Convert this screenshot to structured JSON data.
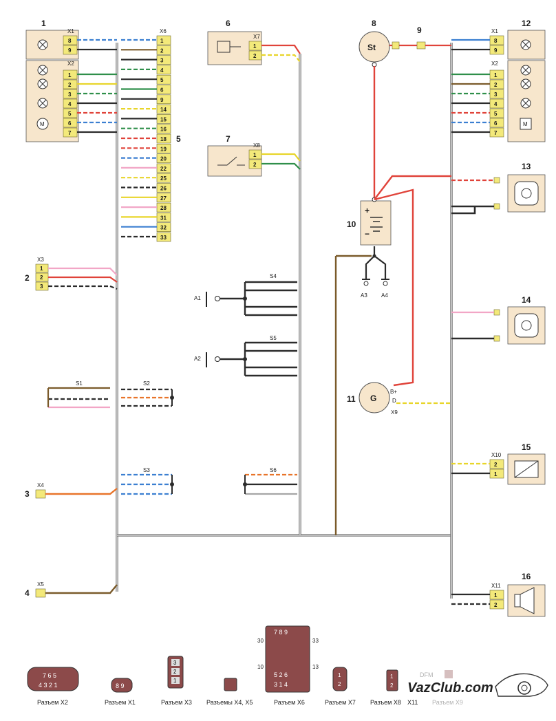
{
  "watermark": "VazClub.com",
  "components": [
    {
      "num": "1"
    },
    {
      "num": "2"
    },
    {
      "num": "3"
    },
    {
      "num": "4"
    },
    {
      "num": "5"
    },
    {
      "num": "6"
    },
    {
      "num": "7"
    },
    {
      "num": "8"
    },
    {
      "num": "9"
    },
    {
      "num": "10"
    },
    {
      "num": "11"
    },
    {
      "num": "12"
    },
    {
      "num": "13"
    },
    {
      "num": "14"
    },
    {
      "num": "15"
    },
    {
      "num": "16"
    }
  ],
  "connectors": {
    "x1_left": "X1",
    "x2_left": "X2",
    "x3": "X3",
    "x4": "X4",
    "x5": "X5",
    "x6": "X6",
    "x7": "X7",
    "x8": "X8",
    "x1_right": "X1",
    "x2_right": "X2",
    "x9": "X9",
    "x10": "X10",
    "x11": "X11"
  },
  "splices": {
    "s1": "S1",
    "s2": "S2",
    "s3": "S3",
    "s4": "S4",
    "s5": "S5",
    "s6": "S6"
  },
  "grounds": {
    "a1": "A1",
    "a2": "A2",
    "a3": "A3",
    "a4": "A4"
  },
  "starter_label": "St",
  "generator_label": "G",
  "generator_pins": "B+",
  "generator_pin_d": "D",
  "x1_pins": [
    "8",
    "9"
  ],
  "x2_pins": [
    "1",
    "2",
    "3",
    "4",
    "5",
    "6",
    "7"
  ],
  "x3_pins": [
    "1",
    "2",
    "3"
  ],
  "x6_pins": [
    "1",
    "2",
    "3",
    "4",
    "5",
    "6",
    "9",
    "14",
    "15",
    "16",
    "18",
    "19",
    "20",
    "22",
    "25",
    "26",
    "27",
    "28",
    "31",
    "32",
    "33"
  ],
  "x7_pins": [
    "1",
    "2"
  ],
  "x8_pins": [
    "1",
    "2"
  ],
  "x10_pins": [
    "2",
    "1"
  ],
  "x11_pins": [
    "1",
    "2"
  ],
  "motor_label": "M",
  "battery_plus": "+",
  "battery_minus": "−",
  "x6_range_top": {
    "left": "30",
    "right": "33"
  },
  "x6_range_bottom": {
    "left": "10",
    "right": "13"
  },
  "legend": [
    {
      "caption": "Разъем X2"
    },
    {
      "caption": "Разъем X1"
    },
    {
      "caption": "Разъем X3"
    },
    {
      "caption": "Разъемы X4, X5"
    },
    {
      "caption": "Разъем X6"
    },
    {
      "caption": "Разъем X7"
    },
    {
      "caption": "Разъем X8"
    },
    {
      "caption": "X11"
    },
    {
      "caption": "Разъем X9"
    },
    {
      "caption": "DFM"
    }
  ],
  "legend_pins": {
    "x2_top": "7 6 5",
    "x2_bot": "4 3 2 1",
    "x1": "8 9",
    "x3": [
      "3",
      "2",
      "1"
    ],
    "x6_top": "7 8 9",
    "x6_b1": "5 2 6",
    "x6_b2": "3 1 4",
    "x7": [
      "1",
      "2"
    ],
    "x8": [
      "1",
      "2"
    ]
  },
  "colors": {
    "harness": "#6b6b6b",
    "red": "#e0433a",
    "blue": "#3b7fd1",
    "yellow": "#e8d52a",
    "green": "#2f8f4a",
    "pink": "#f2a6c6",
    "black": "#2b2b2b",
    "brown": "#7a5a2a",
    "grey": "#a5a5a5",
    "orange": "#e8742a"
  }
}
